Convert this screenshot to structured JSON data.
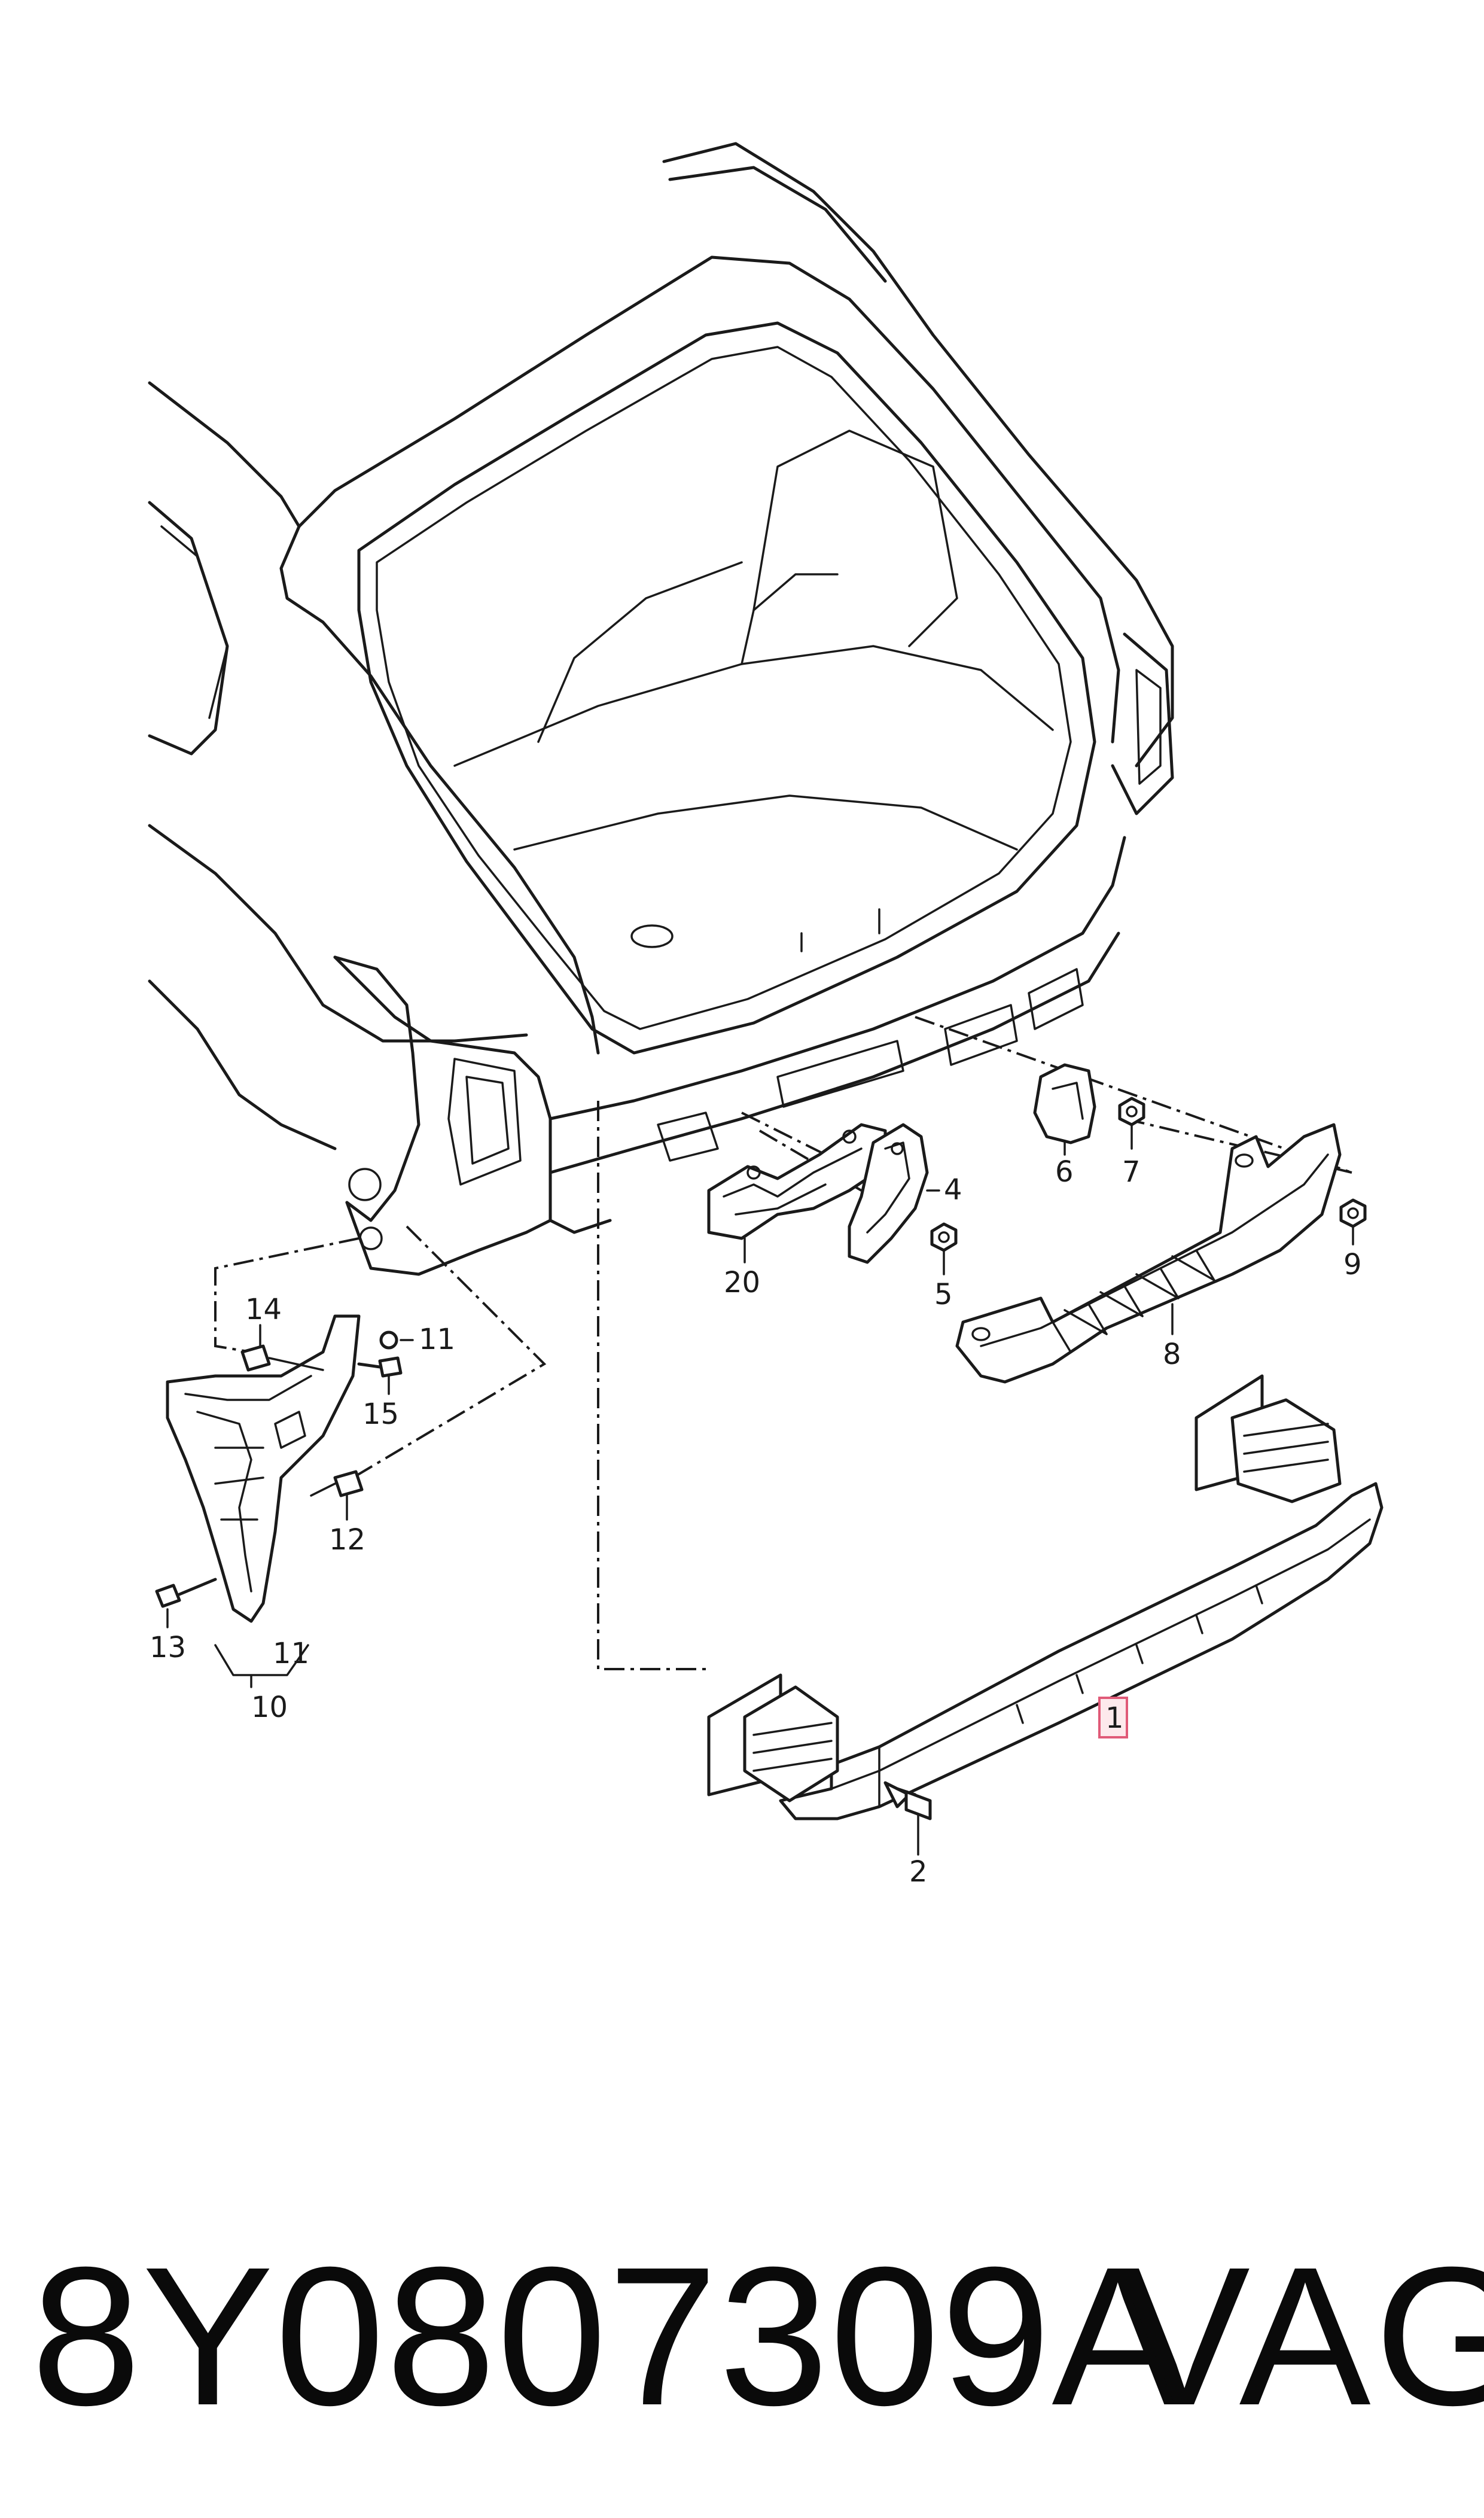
{
  "diagram": {
    "callouts": {
      "c1": "1",
      "c2": "2",
      "c4": "4",
      "c5": "5",
      "c6": "6",
      "c7": "7",
      "c8": "8",
      "c9": "9",
      "c10": "10",
      "c11a": "11",
      "c11b": "11",
      "c12": "12",
      "c13": "13",
      "c14": "14",
      "c15": "15",
      "c20": "20"
    },
    "highlighted_callout": "1"
  },
  "footer": {
    "part_number": "8Y0807309A",
    "brand": "VAG"
  }
}
